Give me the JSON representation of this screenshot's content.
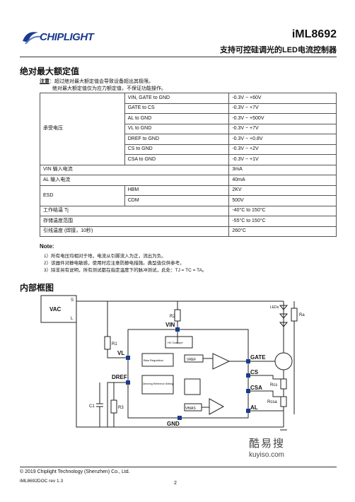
{
  "header": {
    "brand": "CHIPLIGHT",
    "part_number": "iML8692",
    "doc_title": "支持可控硅调光的LED电流控制器"
  },
  "section1": {
    "title": "绝对最大额定值",
    "note_label": "注意",
    "note_line1": "：超过绝对最大额定值会导致设备超出其极限。",
    "note_line2": "绝对最大额定值仅为应力额定值，不保证功能操作。"
  },
  "table": {
    "rows": [
      {
        "group": "承受电压",
        "param": "VIN, GATE to GND",
        "value": "-0.3V ~ +60V"
      },
      {
        "param": "GATE to CS",
        "value": "-0.3V ~ +7V"
      },
      {
        "param": "AL to GND",
        "value": "-0.3V ~ +500V"
      },
      {
        "param": "VL to GND",
        "value": "-0.3V ~ +7V"
      },
      {
        "param": "DREF to GND",
        "value": "-0.3V ~ +0.8V"
      },
      {
        "param": "CS to GND",
        "value": "-0.3V ~ +2V"
      },
      {
        "param": "CSA to GND",
        "value": "-0.3V ~ +1V"
      },
      {
        "label": "VIN 输入电流",
        "value": "3mA"
      },
      {
        "label": "AL 输入电流",
        "value": "40mA"
      },
      {
        "group": "ESD",
        "param": "HBM",
        "value": "2KV"
      },
      {
        "param": "CDM",
        "value": "500V"
      },
      {
        "label": "工作结温 Tj",
        "value": "-40°C to 150°C"
      },
      {
        "label": "存储温度范围",
        "value": "-55°C to 150°C"
      },
      {
        "label": "引线温度 (焊接，10秒)",
        "value": "260°C"
      }
    ]
  },
  "notes": {
    "title": "Note:",
    "items": [
      "1）所有电压均相对于地，电流从引脚流入为正，流出为负。",
      "2）该器件对静电敏感，使用时应注意防静电措施。典型值仅供参考。",
      "3）除非另有说明，所有测试都在指定温度下的脉冲测试，此处：TJ = TC = TA。"
    ]
  },
  "section2": {
    "title": "内部框图"
  },
  "diagram": {
    "vac": "VAC",
    "vin": "VIN",
    "vl": "VL",
    "dref": "DREF",
    "gate": "GATE",
    "cs": "CS",
    "csa": "CSA",
    "al": "AL",
    "gnd": "GND",
    "led": "LEDs",
    "hv_clamper": "HV Clamper",
    "bias_regulation": "Bias Regulation",
    "dimming_ref": "Dimming Reference Setting",
    "vref": "VREF",
    "vbias": "VBIAS",
    "r1": "R1",
    "r2": "R2",
    "r3": "R3",
    "c1": "C1",
    "rcs": "Rcs",
    "rcsa": "Rcsa",
    "ra": "Ra",
    "pin_s": "S",
    "pin_l": "L"
  },
  "footer": {
    "copyright": "© 2019 Chiplight Technology (Shenzhen) Co., Ltd.",
    "revision": "iML8692DOC rev 1.3",
    "page": "2"
  },
  "watermark": {
    "cn": "酷易搜",
    "url": "kuyiso.com"
  },
  "colors": {
    "brand_blue": "#1a3c8c",
    "line": "#222222"
  }
}
